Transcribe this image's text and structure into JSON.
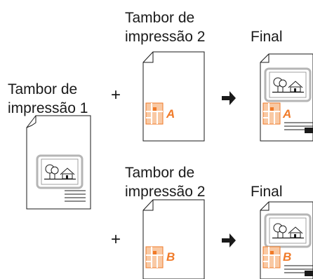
{
  "left": {
    "label_line1": "Tambor de",
    "label_line2": "impressão 1"
  },
  "top_row": {
    "drum_label_line1": "Tambor de",
    "drum_label_line2": "impressão 2",
    "final_label": "Final",
    "overlay_letter": "A"
  },
  "bottom_row": {
    "drum_label_line1": "Tambor de",
    "drum_label_line2": "impressão 2",
    "final_label": "Final",
    "overlay_letter": "B"
  },
  "symbols": {
    "plus": "+"
  },
  "colors": {
    "accent": "#F07A28",
    "accent_light": "#F9C9A4",
    "photo_frame": "#B5B5B5",
    "line": "#1a1a1a"
  }
}
